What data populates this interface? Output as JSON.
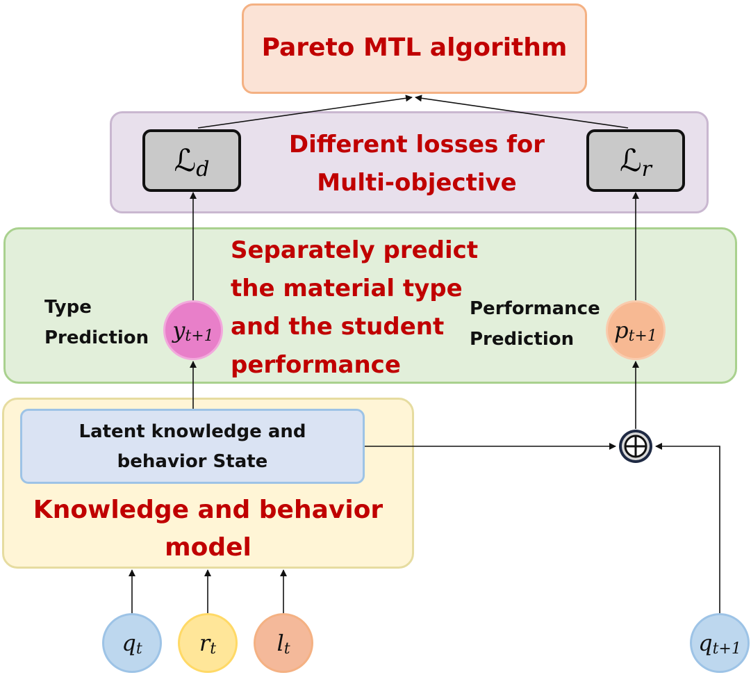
{
  "pareto": {
    "title": "Pareto MTL algorithm"
  },
  "losses": {
    "title_line1": "Different losses for",
    "title_line2": "Multi-objective",
    "left": {
      "symbol": "ℒ",
      "subscript": "d"
    },
    "right": {
      "symbol": "ℒ",
      "subscript": "r"
    }
  },
  "prediction": {
    "title_lines": [
      "Separately predict",
      "the material type",
      "and the student",
      "performance"
    ],
    "type_label_line1": "Type",
    "type_label_line2": "Prediction",
    "type_symbol": "y",
    "type_subscript": "t+1",
    "perf_label_line1": "Performance",
    "perf_label_line2": "Prediction",
    "perf_symbol": "p",
    "perf_subscript": "t+1"
  },
  "model": {
    "state_line1": "Latent knowledge and",
    "state_line2": "behavior State",
    "title_line1": "Knowledge and behavior",
    "title_line2": "model",
    "concat_symbol": "⊕"
  },
  "inputs": [
    {
      "symbol": "q",
      "subscript": "t"
    },
    {
      "symbol": "r",
      "subscript": "t"
    },
    {
      "symbol": "l",
      "subscript": "t"
    },
    {
      "symbol": "q",
      "subscript": "t+1"
    }
  ],
  "colors": {
    "pareto_fill": "#fbe3d6",
    "pareto_border": "#f4b183",
    "losses_fill": "#e8e0ec",
    "losses_border": "#c9b7d0",
    "prediction_fill": "#e2efda",
    "prediction_border": "#a9d18e",
    "model_fill": "#fff5d6",
    "model_border": "#e6dca0",
    "state_fill": "#dae3f3",
    "state_border": "#9dc3e6",
    "title_red": "#c00000",
    "type_circle": "#e87fc9",
    "perf_circle": "#f7b993",
    "q_circle": "#bdd7ee",
    "r_circle": "#ffe699",
    "l_circle": "#f4b99a"
  }
}
